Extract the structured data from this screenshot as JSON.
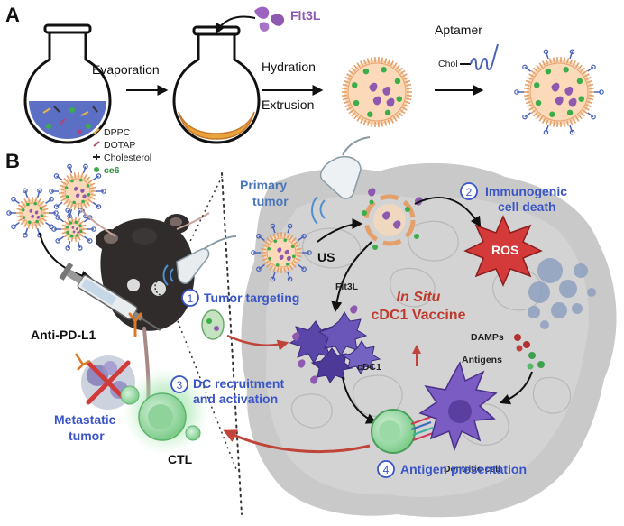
{
  "panels": {
    "a": "A",
    "b": "B"
  },
  "synthesis": {
    "evaporation": "Evaporation",
    "flt3l": "Flt3L",
    "hydration": "Hydration",
    "extrusion": "Extrusion",
    "aptamer": "Aptamer",
    "chol": "Chol",
    "legend": [
      "DPPC",
      "DOTAP",
      "Cholesterol",
      "ce6"
    ]
  },
  "mechanism": {
    "anti_pd_l1": "Anti-PD-L1",
    "metastatic_tumor": [
      "Metastatic",
      "tumor"
    ],
    "ctl": "CTL",
    "primary_tumor": [
      "Primary",
      "tumor"
    ],
    "us": "US",
    "flt3l": "Flt3L",
    "cdc1": "cDC1",
    "vaccine_title_1": "In Situ",
    "vaccine_title_2": "cDC1 Vaccine",
    "ros": "ROS",
    "damps": "DAMPs",
    "antigens": "Antigens",
    "dendritic_cell": "Dentritic cell",
    "steps": [
      {
        "num": "1",
        "label": [
          "Tumor targeting"
        ]
      },
      {
        "num": "2",
        "label": [
          "Immunogenic",
          "cell death"
        ]
      },
      {
        "num": "3",
        "label": [
          "DC recruitment",
          "and activation"
        ]
      },
      {
        "num": "4",
        "label": [
          "Antigen presentation"
        ]
      }
    ]
  },
  "colors": {
    "liposome_shell": "#e3a06a",
    "core": "#fcd9b8",
    "ce6": "#3cae49",
    "flt3l": "#8d5ab0",
    "step_blue": "#3a55c8",
    "red_title": "#c0392b",
    "arrow_red": "#c0443a",
    "tumor_gray": "#c9c9c9"
  }
}
